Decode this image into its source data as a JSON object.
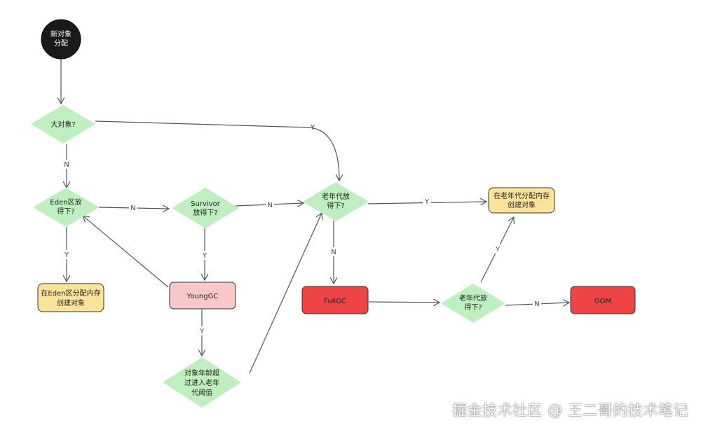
{
  "nodes": {
    "start": [
      "新对象",
      "分配"
    ],
    "big_object": [
      "大对象?"
    ],
    "eden_fit": [
      "Eden区放",
      "得下?"
    ],
    "survivor_fit": [
      "Survivor",
      "放得下?"
    ],
    "old_fit": [
      "老年代放",
      "得下?"
    ],
    "old_alloc": [
      "在老年代分配内存",
      "创建对象"
    ],
    "eden_alloc": [
      "在Eden区分配内存",
      "创建对象"
    ],
    "young_gc": [
      "YoungGC"
    ],
    "full_gc": [
      "FullGC"
    ],
    "old_fit_after_gc": [
      "老年代放",
      "得下?"
    ],
    "oom": [
      "OOM"
    ],
    "age_threshold": [
      "对象年龄超",
      "过进入老年",
      "代阈值"
    ]
  },
  "edges": {
    "start_to_big": "",
    "big_to_old": "Y",
    "big_to_eden": "N",
    "eden_to_survivor": "N",
    "survivor_to_old": "N",
    "old_to_alloc": "Y",
    "eden_to_eden_alloc": "Y",
    "survivor_to_younggc": "Y",
    "younggc_to_eden": "",
    "younggc_to_age": "Y",
    "age_to_old": "",
    "old_to_fullgc": "N",
    "fullgc_to_oldfit2": "",
    "oldfit2_to_alloc": "Y",
    "oldfit2_to_oom": "N"
  },
  "colors": {
    "decision": "#bfeebf",
    "allocation": "#fbe49a",
    "young_gc": "#f8c8c8",
    "critical": "#ee4444",
    "start": "#1a1a1a",
    "line": "#555555"
  },
  "watermark": "掘金技术社区 @ 王二哥的技术笔记"
}
